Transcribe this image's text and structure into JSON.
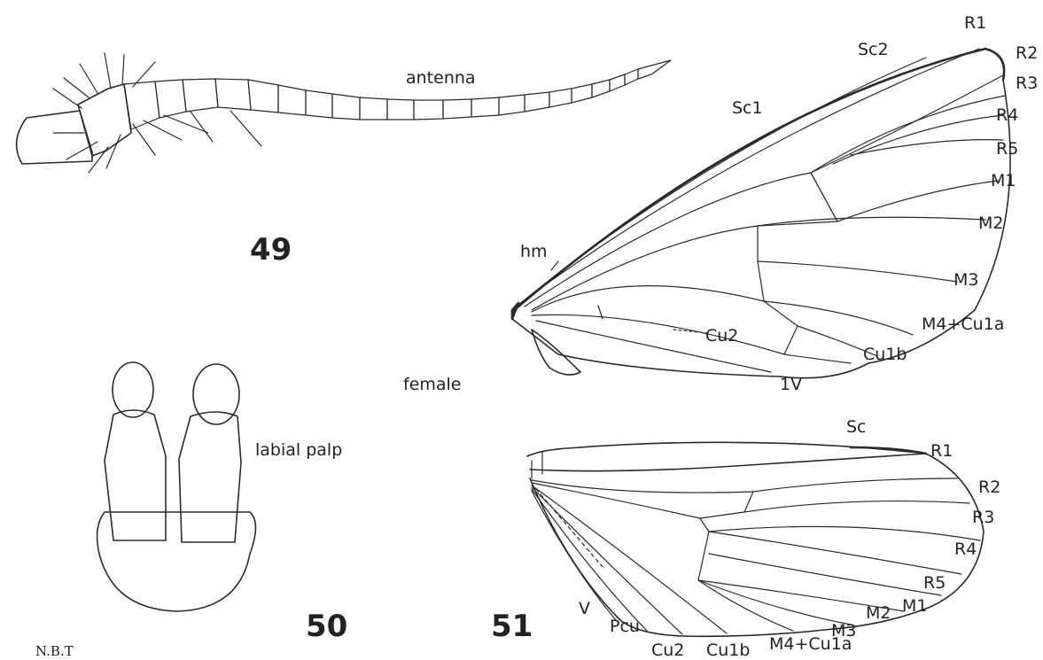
{
  "figure_numbers": {
    "fig49": "49",
    "fig50": "50",
    "fig51": "51"
  },
  "labels": {
    "antenna": "antenna",
    "labial_palp": "labial palp",
    "female": "female",
    "credit": "N.B.T"
  },
  "forewing_veins": {
    "R1": "R1",
    "R2": "R2",
    "R3": "R3",
    "R4": "R4",
    "R5": "R5",
    "Sc2": "Sc2",
    "Sc1": "Sc1",
    "M1": "M1",
    "M2": "M2",
    "M3": "M3",
    "M4Cu1a": "M4+Cu1a",
    "Cu1b": "Cu1b",
    "Cu2": "Cu2",
    "hm": "hm",
    "oneV": "1V"
  },
  "hindwing_veins": {
    "Sc": "Sc",
    "R1": "R1",
    "R2": "R2",
    "R3": "R3",
    "R4": "R4",
    "R5": "R5",
    "M1": "M1",
    "M2": "M2",
    "M3": "M3",
    "M4Cu1a": "M4+Cu1a",
    "Cu1b": "Cu1b",
    "Cu2": "Cu2",
    "Pcu": "Pcu",
    "V": "V"
  }
}
